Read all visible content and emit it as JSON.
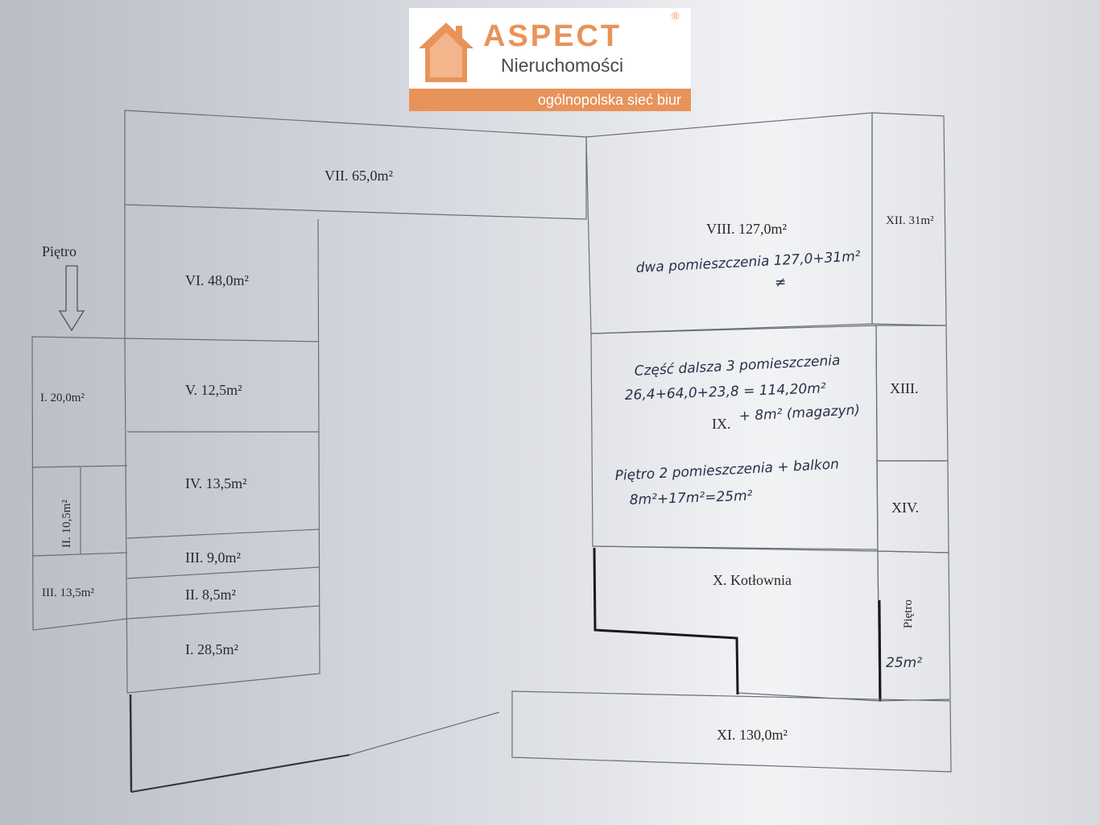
{
  "logo": {
    "brand": "ASPECT",
    "registered": "®",
    "subtitle": "Nieruchomości",
    "tagline": "ogólnopolska sieć biur"
  },
  "floor_note": "Piętro",
  "left_building": {
    "rooms": {
      "vii": "VII. 65,0m²",
      "vi": "VI. 48,0m²",
      "v": "V. 12,5m²",
      "iv": "IV. 13,5m²",
      "iii_right": "III. 9,0m²",
      "ii_right": "II. 8,5m²",
      "i_right": "I. 28,5m²",
      "i_left": "I. 20,0m²",
      "ii_left": "II. 10,5m²",
      "iii_left": "III. 13,5m²"
    }
  },
  "right_building": {
    "rooms": {
      "viii": "VIII. 127,0m²",
      "xii": "XII. 31m²",
      "xiii": "XIII.",
      "ix": "IX.",
      "xiv": "XIV.",
      "x": "X. Kotłownia",
      "xi": "XI. 130,0m²",
      "pietro_side": "Piętro",
      "pietro_area": "25m²"
    },
    "handwritten": {
      "viii_note": "dwa pomieszczenia 127,0+31m²",
      "viii_mark": "≠",
      "ix_line1": "Część dalsza 3 pomieszczenia",
      "ix_line2": "26,4+64,0+23,8 = 114,20m²",
      "ix_line3": "+ 8m² (magazyn)",
      "piętro_line1": "Piętro 2 pomieszczenia + balkon",
      "piętro_line2": "8m²+17m²=25m²"
    }
  }
}
